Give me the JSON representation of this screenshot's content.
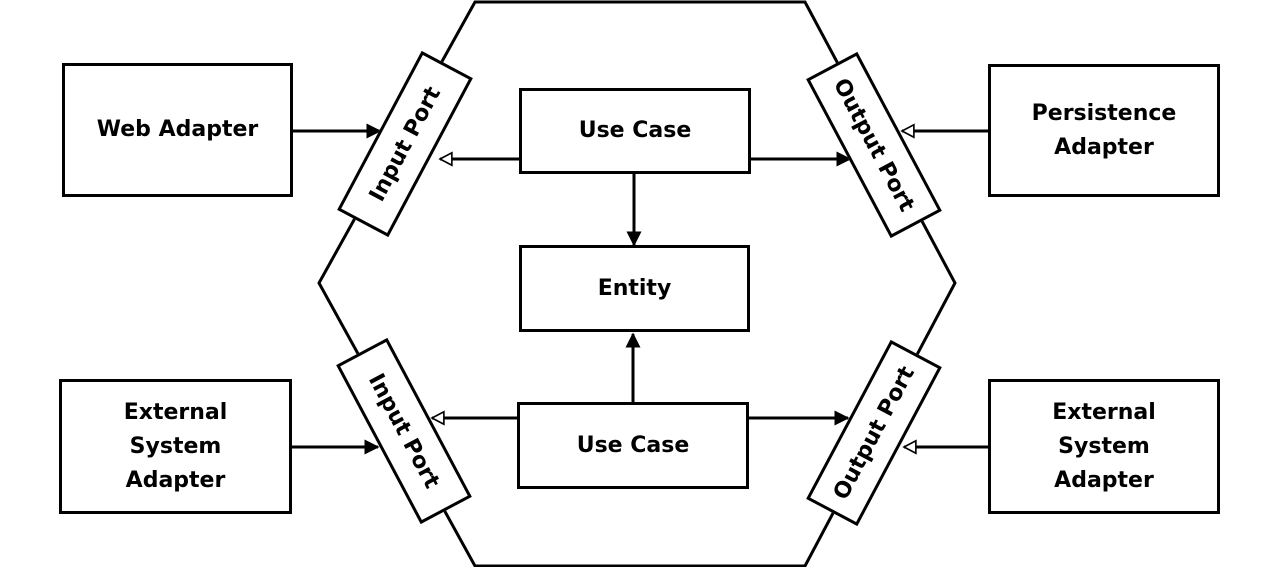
{
  "hexagon": {
    "use_case_top": "Use Case",
    "entity": "Entity",
    "use_case_bottom": "Use Case"
  },
  "ports": {
    "input_top": "Input Port",
    "input_bottom": "Input Port",
    "output_top": "Output Port",
    "output_bottom": "Output Port"
  },
  "adapters": {
    "web": "Web Adapter",
    "persistence": "Persistence\nAdapter",
    "external_left": "External\nSystem\nAdapter",
    "external_right": "External\nSystem\nAdapter"
  }
}
